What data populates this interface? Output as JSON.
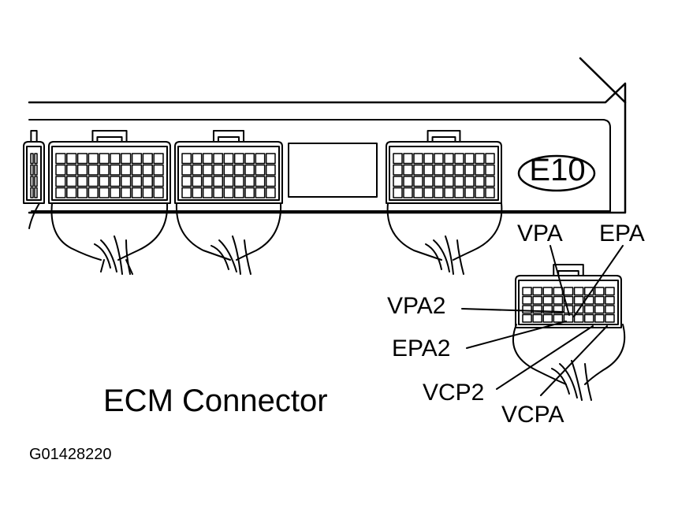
{
  "diagram": {
    "title": "ECM Connector",
    "figure_id": "G01428220",
    "connector_badge": "E10",
    "pin_labels": {
      "vpa": "VPA",
      "epa": "EPA",
      "vpa2": "VPA2",
      "epa2": "EPA2",
      "vcp2": "VCP2",
      "vcpa": "VCPA"
    }
  }
}
